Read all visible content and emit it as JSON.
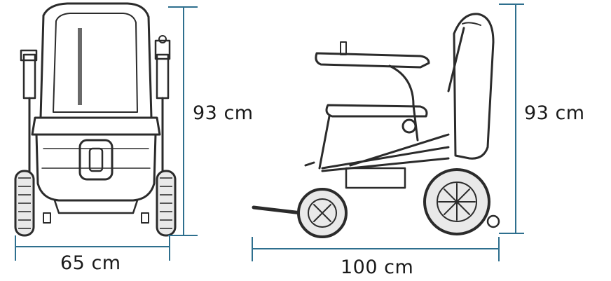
{
  "dimensions": {
    "front_height": "93 cm",
    "front_width": "65 cm",
    "side_height": "93 cm",
    "side_length": "100 cm"
  },
  "colors": {
    "dimension_line": "#2e6f8e",
    "ink": "#2b2b2b",
    "background": "#ffffff"
  }
}
